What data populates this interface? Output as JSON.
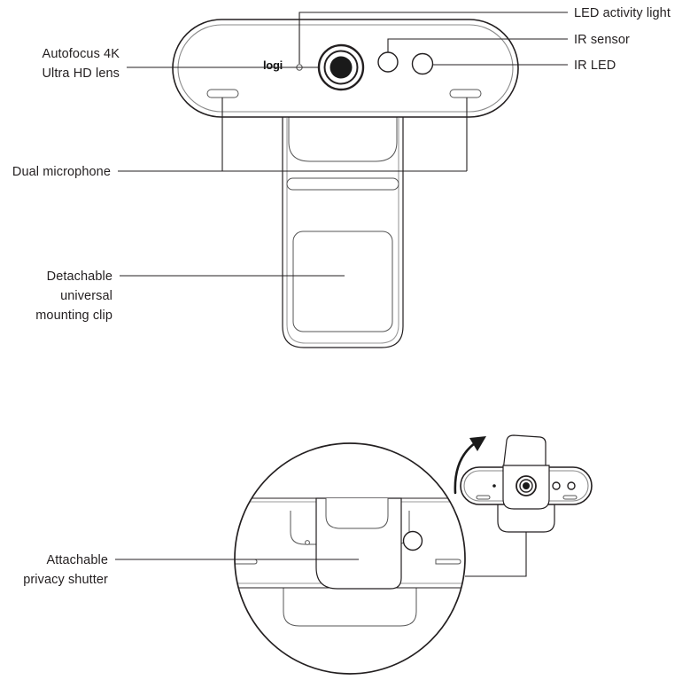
{
  "document": {
    "title": "Logitech webcam feature callout diagram",
    "line_color": "#231f20",
    "background": "#ffffff",
    "brand_logo": "logi"
  },
  "callouts": [
    {
      "id": "led-activity-light",
      "label": "LED activity light",
      "side": "right",
      "lines": [
        "LED activity light"
      ],
      "points_to": "small LED indicator dot beside logo"
    },
    {
      "id": "ir-sensor",
      "label": "IR sensor",
      "side": "right",
      "lines": [
        "IR sensor"
      ],
      "points_to": "left circular sensor right of lens"
    },
    {
      "id": "ir-led",
      "label": "IR LED",
      "side": "right",
      "lines": [
        "IR LED"
      ],
      "points_to": "right circular emitter"
    },
    {
      "id": "autofocus-lens",
      "label": "Autofocus 4K Ultra HD lens",
      "side": "left",
      "lines": [
        "Autofocus 4K",
        "Ultra HD lens"
      ],
      "points_to": "central camera lens"
    },
    {
      "id": "dual-microphone",
      "label": "Dual microphone",
      "side": "left",
      "lines": [
        "Dual microphone"
      ],
      "points_to": "two microphone slots on lower bezel"
    },
    {
      "id": "mounting-clip",
      "label": "Detachable universal mounting clip",
      "side": "left",
      "lines": [
        "Detachable",
        "universal",
        "mounting clip"
      ],
      "points_to": "mounting clip below camera body"
    },
    {
      "id": "privacy-shutter",
      "label": "Attachable privacy shutter",
      "side": "left",
      "lines": [
        "Attachable",
        "privacy shutter"
      ],
      "points_to": "privacy shutter shown in magnified detail"
    }
  ],
  "figures": {
    "main_view": {
      "name": "webcam-front-view",
      "description": "Front view of webcam with mounting clip"
    },
    "detail_view": {
      "name": "privacy-shutter-detail",
      "description": "Magnified circular detail of attached privacy shutter"
    },
    "inset_view": {
      "name": "webcam-shutter-flip-inset",
      "description": "Small webcam with privacy shutter flipped open",
      "annotation": "rotation arrow"
    }
  }
}
